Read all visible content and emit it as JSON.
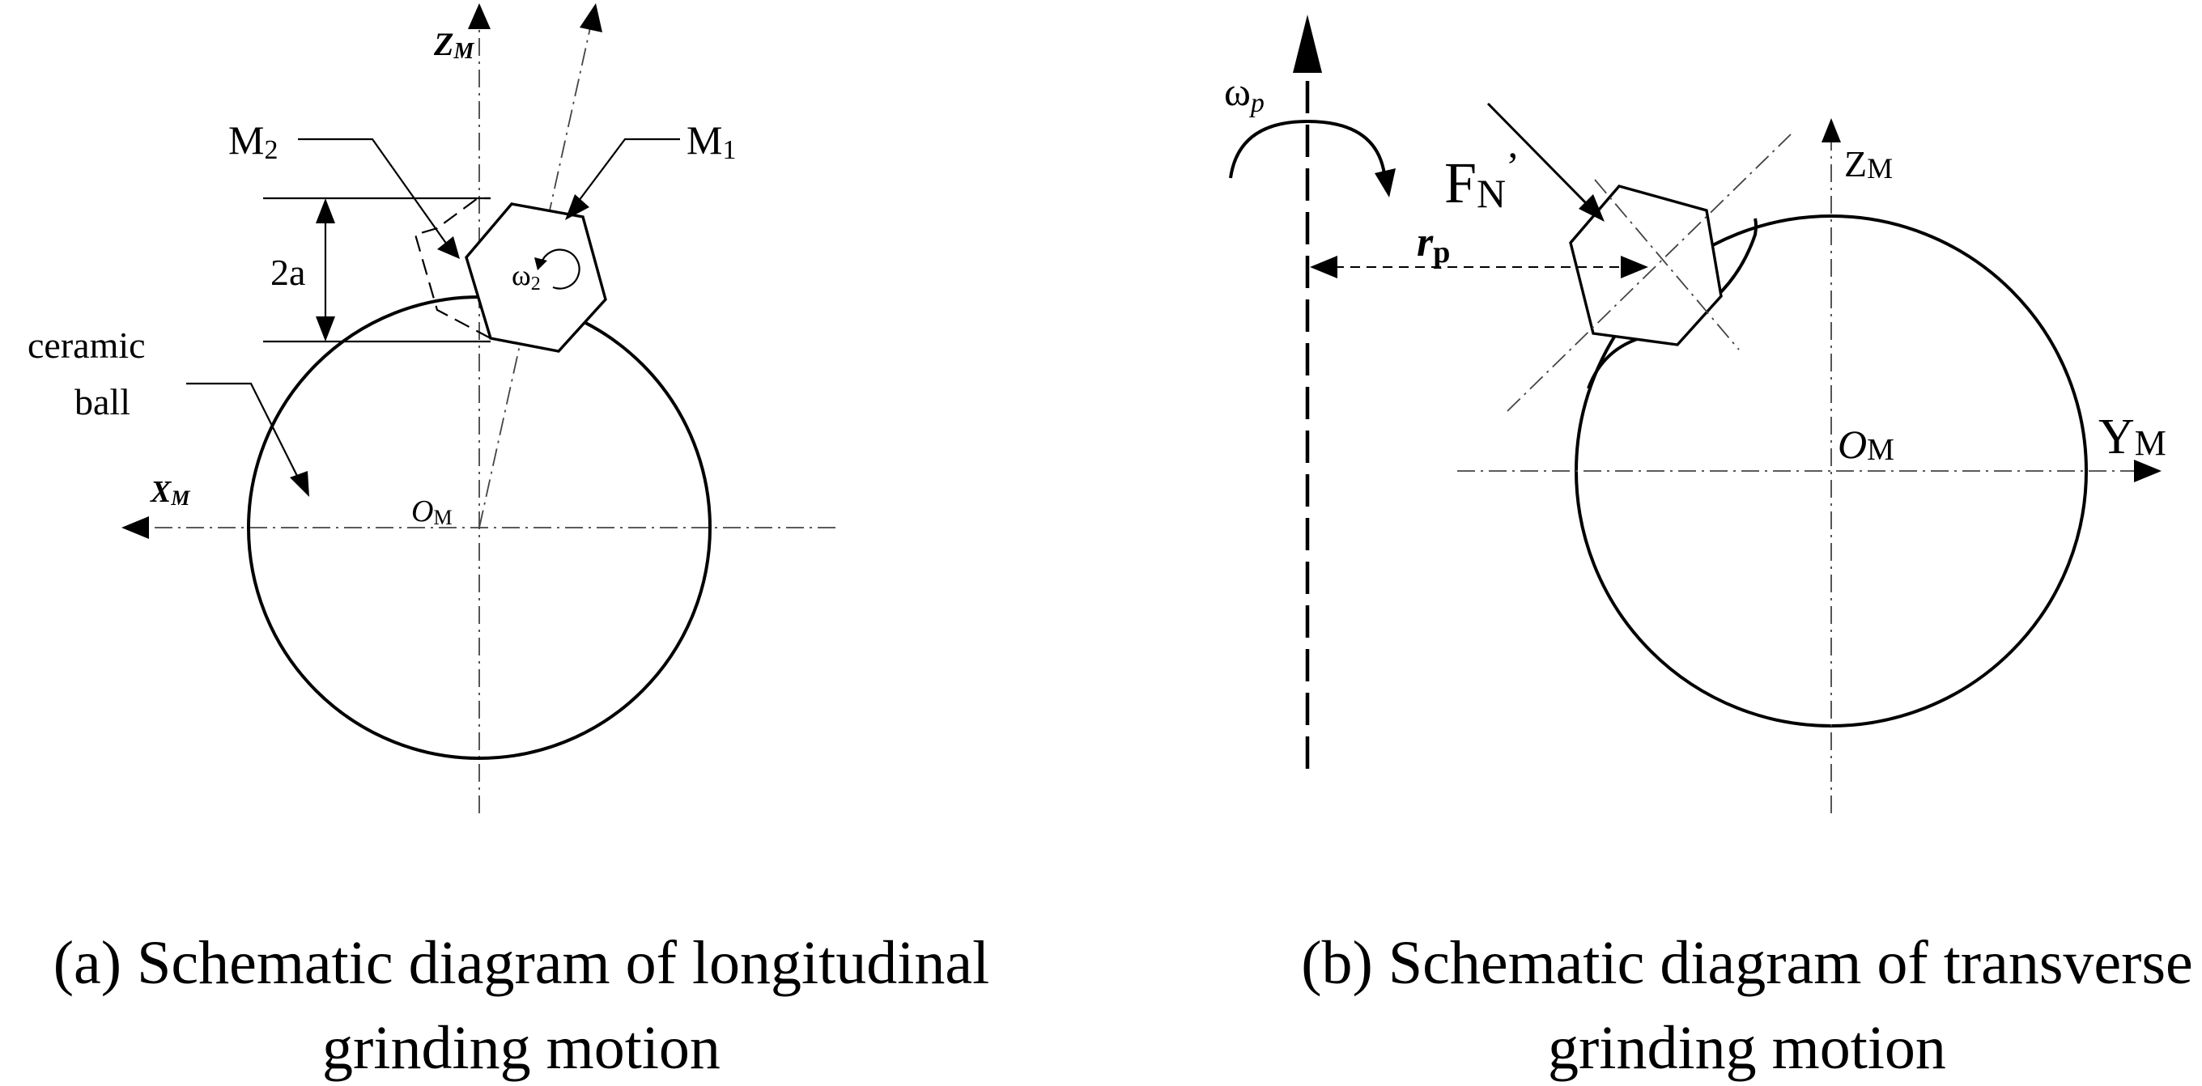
{
  "panel_a": {
    "axis_z": "Z",
    "axis_z_sub": "M",
    "axis_x": "X",
    "axis_x_sub": "M",
    "origin": "O",
    "origin_sub": "M",
    "label_m2": "M",
    "label_m2_sub": "2",
    "label_m1": "M",
    "label_m1_sub": "1",
    "dimension": "2a",
    "omega": "ω",
    "omega_sub": "2",
    "ball_line1": "ceramic",
    "ball_line2": "ball",
    "caption_line1": "(a) Schematic diagram of longitudinal",
    "caption_line2": "grinding motion"
  },
  "panel_b": {
    "omega": "ω",
    "omega_sub": "p",
    "force": "F",
    "force_sub": "N",
    "force_prime": "’",
    "radius": "r",
    "radius_sub": "p",
    "axis_z": "Z",
    "axis_z_sub": "M",
    "axis_y": "Y",
    "axis_y_sub": "M",
    "origin": "O",
    "origin_sub": "M",
    "caption_line1": "(b) Schematic diagram of transverse",
    "caption_line2": "grinding motion"
  }
}
